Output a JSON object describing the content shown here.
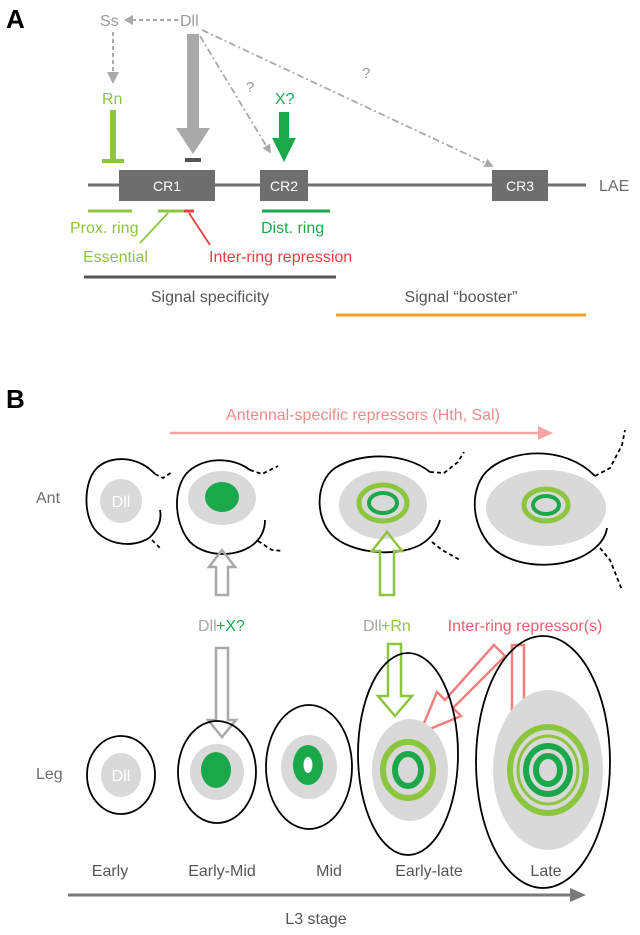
{
  "panel_a": {
    "letter": "A",
    "genes": {
      "ss": "Ss",
      "dll": "Dll",
      "rn": "Rn",
      "x": "X?"
    },
    "question_marks": [
      "?",
      "?"
    ],
    "locus_label": "LAE",
    "elements": {
      "cr1": "CR1",
      "cr2": "CR2",
      "cr3": "CR3"
    },
    "annotations": {
      "prox_ring": "Prox. ring",
      "dist_ring": "Dist. ring",
      "essential": "Essential",
      "inter_ring_repression": "Inter-ring repression",
      "signal_specificity": "Signal specificity",
      "signal_booster": "Signal “booster”"
    }
  },
  "panel_b": {
    "letter": "B",
    "antennal_repressors": "Antennal-specific repressors (Hth, Sal)",
    "row_labels": {
      "ant": "Ant",
      "leg": "Leg"
    },
    "disc_label": "Dll",
    "dll_plus_x": {
      "dll": "Dll",
      "rest": "+X?"
    },
    "dll_plus_rn": {
      "dll": "Dll",
      "rest": "+Rn"
    },
    "inter_ring_repressors": "Inter-ring repressor(s)",
    "stages": [
      "Early",
      "Early-Mid",
      "Mid",
      "Early-late",
      "Late"
    ],
    "axis_label": "L3 stage"
  },
  "colors": {
    "gray_text": "#9a9a9a",
    "gray_arrow": "#a9a9a9",
    "dark_box": "#6e6e6e",
    "light_green": "#8cc63f",
    "dark_green": "#1aa84a",
    "red": "#e84040",
    "pink": "#f08a8a",
    "orange": "#f0a020",
    "disc_gray": "#d9d9d9"
  }
}
